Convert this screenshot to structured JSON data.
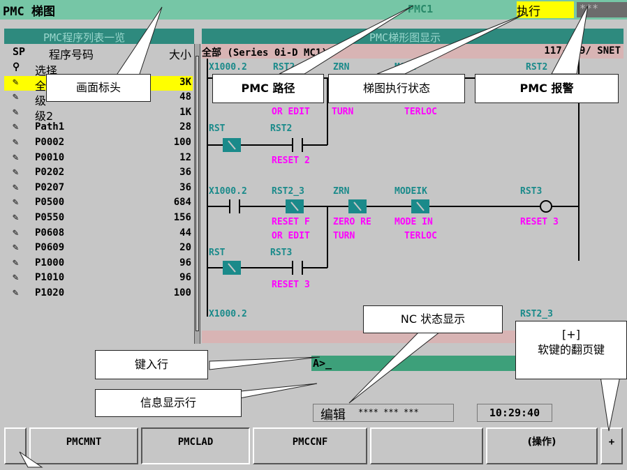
{
  "header": {
    "title": "PMC 梯图",
    "path": "PMC1",
    "exec": "执行",
    "alarm": "***"
  },
  "left_panel": {
    "title": "PMC程序列表一览",
    "col_sp": "SP",
    "col_prog": "程序号码",
    "col_size": "大小",
    "rows": [
      {
        "icon": "search-icon",
        "glyph": "⚲",
        "name": "选择",
        "size": ""
      },
      {
        "icon": "pencil-icon",
        "glyph": "✎",
        "name": "全",
        "size": "3K",
        "selected": true
      },
      {
        "icon": "pencil-icon",
        "glyph": "✎",
        "name": "级",
        "size": "48"
      },
      {
        "icon": "pencil-icon",
        "glyph": "✎",
        "name": "级2",
        "size": "1K"
      },
      {
        "icon": "pencil-icon",
        "glyph": "✎",
        "name": "Path1",
        "size": "28"
      },
      {
        "icon": "pencil-icon",
        "glyph": "✎",
        "name": "P0002",
        "size": "100"
      },
      {
        "icon": "pencil-icon",
        "glyph": "✎",
        "name": "P0010",
        "size": "12"
      },
      {
        "icon": "pencil-icon",
        "glyph": "✎",
        "name": "P0202",
        "size": "36"
      },
      {
        "icon": "pencil-icon",
        "glyph": "✎",
        "name": "P0207",
        "size": "36"
      },
      {
        "icon": "pencil-icon",
        "glyph": "✎",
        "name": "P0500",
        "size": "684"
      },
      {
        "icon": "pencil-icon",
        "glyph": "✎",
        "name": "P0550",
        "size": "156"
      },
      {
        "icon": "pencil-icon",
        "glyph": "✎",
        "name": "P0608",
        "size": "44"
      },
      {
        "icon": "pencil-icon",
        "glyph": "✎",
        "name": "P0609",
        "size": "20"
      },
      {
        "icon": "pencil-icon",
        "glyph": "✎",
        "name": "P1000",
        "size": "96"
      },
      {
        "icon": "pencil-icon",
        "glyph": "✎",
        "name": "P1010",
        "size": "96"
      },
      {
        "icon": "pencil-icon",
        "glyph": "✎",
        "name": "P1020",
        "size": "100"
      }
    ]
  },
  "ladder_panel": {
    "title": "PMC梯形图显示",
    "head_left": "全部 (Series 0i-D MC1)",
    "head_right": "117-119/ SNET",
    "rung1": {
      "c1": "X1000.2",
      "c2": "RST2",
      "c3": "ZRN",
      "c4": "MODE",
      "coil": "RST2",
      "r2c1": "OR EDIT",
      "r2c2": "TURN",
      "r2c3": "TERLOC",
      "p_c1": "RST",
      "p_c2": "RST2",
      "p_cm": "RESET 2"
    },
    "rung2": {
      "c1": "X1000.2",
      "c2": "RST2_3",
      "c3": "ZRN",
      "c4": "MODEIK",
      "coil": "RST3",
      "m1": "RESET F",
      "m2": "ZERO RE",
      "m3": "MODE IN",
      "mcoil": "RESET 3",
      "m1b": "OR EDIT",
      "m2b": "TURN",
      "m3b": "TERLOC",
      "p_c1": "RST",
      "p_c2": "RST3",
      "p_cm": "RESET 3"
    },
    "rung3": {
      "c1": "X1000.2",
      "coil": "RST2_3"
    }
  },
  "key_input": {
    "prompt": "A>_"
  },
  "status": {
    "mode": "编辑",
    "stars": "**** *** ***",
    "time": "10:29:40"
  },
  "softkeys": [
    "",
    "PMCMNT",
    "PMCLAD",
    "PMCCNF",
    "",
    "(操作)",
    "+"
  ],
  "callouts": {
    "screen_header": "画面标头",
    "pmc_path": "PMC 路径",
    "ladder_exec": "梯图执行状态",
    "pmc_alarm": "PMC 报警",
    "nc_status": "NC 状态显示",
    "page_key_1": "[+]",
    "page_key_2": "软键的翻页键",
    "key_line": "键入行",
    "msg_line": "信息显示行"
  }
}
